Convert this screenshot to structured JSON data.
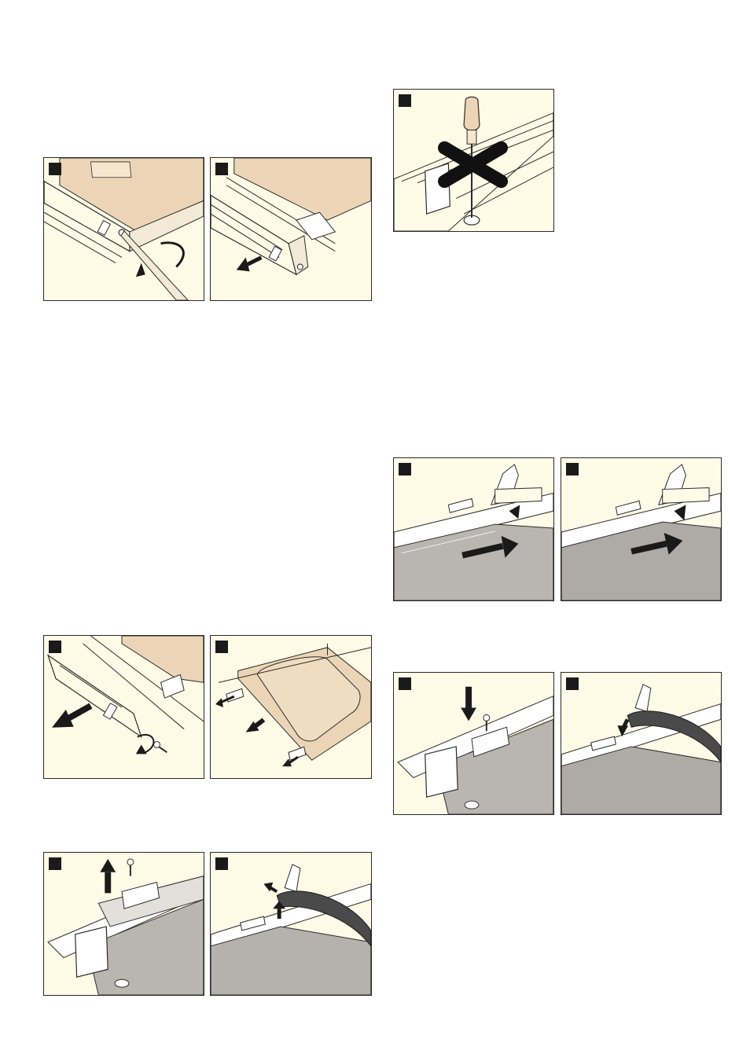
{
  "page": {
    "colors": {
      "panel_warm_bg": "#fffbe7",
      "door_beige": "#ecd5b6",
      "glass_grey": "#b9b5b0",
      "badge": "#1a1a1a",
      "line": "#2a2a2a"
    }
  },
  "figures": [
    {
      "id": "fig-1",
      "step": "",
      "content": "door-trim-unscrew"
    },
    {
      "id": "fig-2",
      "step": "",
      "content": "door-trim-pull-off"
    },
    {
      "id": "fig-3",
      "step": "",
      "content": "hinge-screw-do-not-loosen"
    },
    {
      "id": "fig-4",
      "step": "",
      "content": "glass-pane-slide-in"
    },
    {
      "id": "fig-5",
      "step": "",
      "content": "glass-pane-slide-in-alt"
    },
    {
      "id": "fig-6",
      "step": "",
      "content": "side-strip-remove-screw"
    },
    {
      "id": "fig-7",
      "step": "",
      "content": "inner-pane-pull-out"
    },
    {
      "id": "fig-8",
      "step": "",
      "content": "clip-screw-insert"
    },
    {
      "id": "fig-9",
      "step": "",
      "content": "seal-press-on"
    },
    {
      "id": "fig-10",
      "step": "",
      "content": "clip-screw-remove"
    },
    {
      "id": "fig-11",
      "step": "",
      "content": "seal-lift-off"
    }
  ],
  "icons": {
    "screwdriver": "screwdriver-icon",
    "cross": "prohibited-cross-icon",
    "arrow": "arrow-icon",
    "rotate": "rotate-arrow-icon",
    "screw": "screw-icon"
  }
}
